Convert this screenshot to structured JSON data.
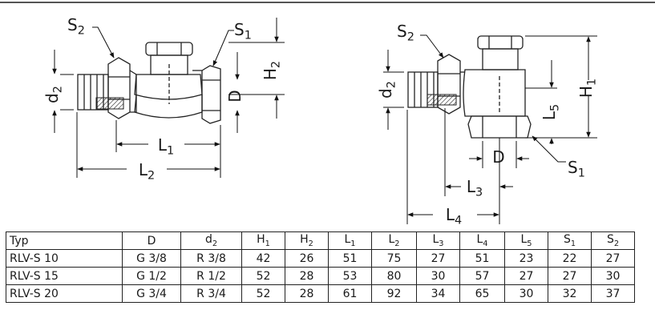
{
  "drawing_labels": {
    "left": {
      "s2": "S2",
      "s1": "S1",
      "h2": "H2",
      "d2": "d2",
      "d": "D",
      "l1": "L1",
      "l2": "L2"
    },
    "right": {
      "s2": "S2",
      "s1": "S1",
      "h1": "H1",
      "d2": "d2",
      "l5": "L5",
      "d": "D",
      "l3": "L3",
      "l4": "L4"
    }
  },
  "table": {
    "headers": [
      "Typ",
      "D",
      "d2",
      "H1",
      "H2",
      "L1",
      "L2",
      "L3",
      "L4",
      "L5",
      "S1",
      "S2"
    ],
    "rows": [
      [
        "RLV-S 10",
        "G 3/8",
        "R 3/8",
        "42",
        "26",
        "51",
        "75",
        "27",
        "51",
        "23",
        "22",
        "27"
      ],
      [
        "RLV-S 15",
        "G 1/2",
        "R 1/2",
        "52",
        "28",
        "53",
        "80",
        "30",
        "57",
        "27",
        "27",
        "30"
      ],
      [
        "RLV-S 20",
        "G 3/4",
        "R 3/4",
        "52",
        "28",
        "61",
        "92",
        "34",
        "65",
        "30",
        "32",
        "37"
      ]
    ]
  }
}
